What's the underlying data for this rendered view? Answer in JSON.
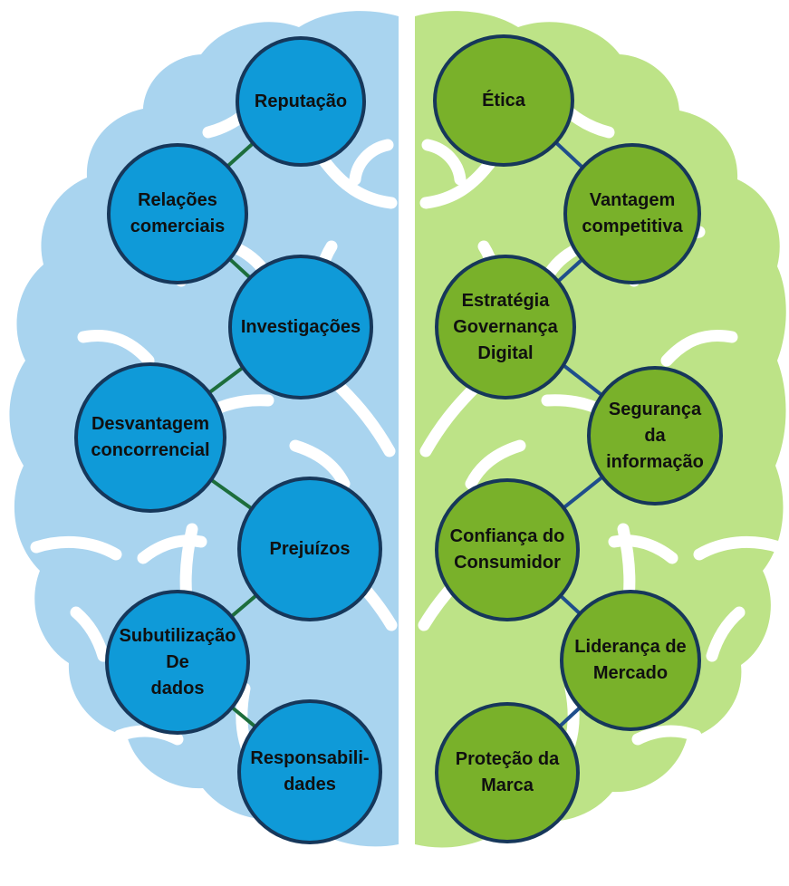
{
  "colors": {
    "left_hemisphere": "#a9d4ef",
    "right_hemisphere": "#bde387",
    "sulci": "#ffffff",
    "left_node_fill": "#0f9ad8",
    "right_node_fill": "#79b12a",
    "node_border": "#16375a",
    "left_connector": "#1d6e3c",
    "right_connector": "#1f4e8c",
    "label_text": "#101010"
  },
  "left_hemisphere": {
    "nodes": [
      {
        "id": "reputacao",
        "label": "Reputação"
      },
      {
        "id": "relacoes-comerciais",
        "label": "Relações\ncomerciais"
      },
      {
        "id": "investigacoes",
        "label": "Investigações"
      },
      {
        "id": "desvantagem-concorrencial",
        "label": "Desvantagem\nconcorrencial"
      },
      {
        "id": "prejuizos",
        "label": "Prejuízos"
      },
      {
        "id": "subutilizacao-de-dados",
        "label": "Subutilização\nDe\ndados"
      },
      {
        "id": "responsabilidades",
        "label": "Responsabili-\ndades"
      }
    ]
  },
  "right_hemisphere": {
    "nodes": [
      {
        "id": "etica",
        "label": "Ética"
      },
      {
        "id": "vantagem-competitiva",
        "label": "Vantagem\ncompetitiva"
      },
      {
        "id": "estrategia-governanca-digital",
        "label": "Estratégia\nGovernança\nDigital"
      },
      {
        "id": "seguranca-da-informacao",
        "label": "Segurança\nda\ninformação"
      },
      {
        "id": "confianca-do-consumidor",
        "label": "Confiança do\nConsumidor"
      },
      {
        "id": "lideranca-de-mercado",
        "label": "Liderança de\nMercado"
      },
      {
        "id": "protecao-da-marca",
        "label": "Proteção da\nMarca"
      }
    ]
  }
}
